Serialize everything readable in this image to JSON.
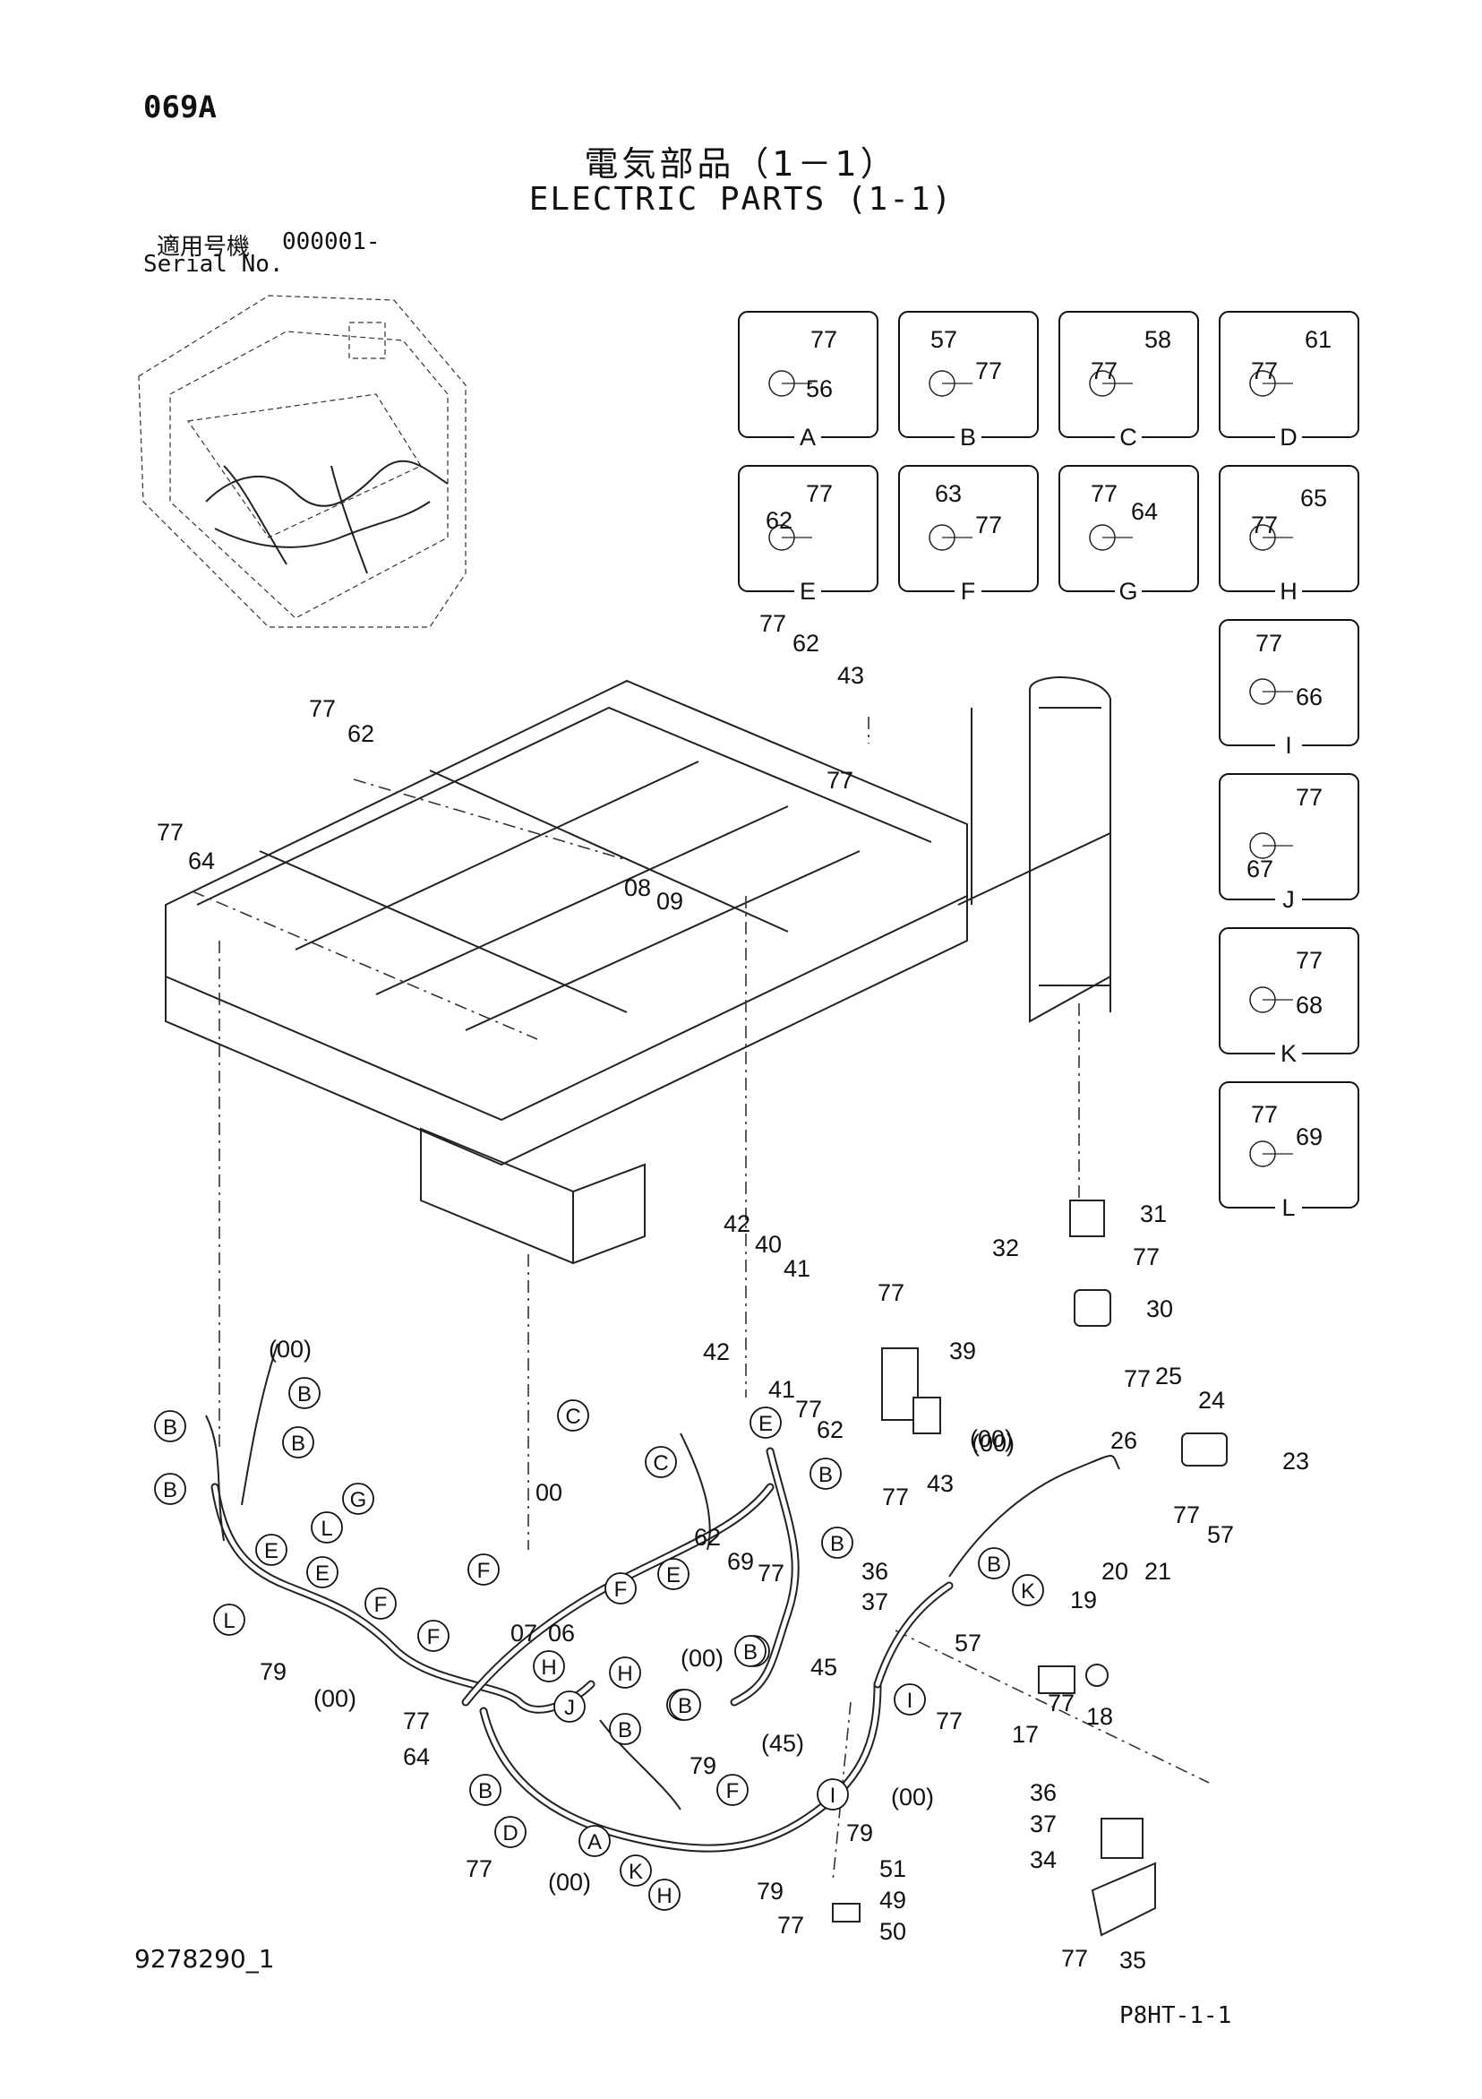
{
  "header": {
    "page_code": "069A",
    "title_ja": "電気部品（1－1）",
    "title_en": "ELECTRIC PARTS (1-1)",
    "serial_ja": "適用号機",
    "serial_value": "000001-",
    "serial_en": "Serial No."
  },
  "footer": {
    "doc_number": "9278290_1",
    "page_ref": "P8HT-1-1"
  },
  "detail_boxes": [
    {
      "letter": "A",
      "labels": [
        "77",
        "56"
      ]
    },
    {
      "letter": "B",
      "labels": [
        "57",
        "77"
      ]
    },
    {
      "letter": "C",
      "labels": [
        "77",
        "58"
      ]
    },
    {
      "letter": "D",
      "labels": [
        "77",
        "61"
      ]
    },
    {
      "letter": "E",
      "labels": [
        "62",
        "77"
      ]
    },
    {
      "letter": "F",
      "labels": [
        "63",
        "77"
      ]
    },
    {
      "letter": "G",
      "labels": [
        "77",
        "64"
      ]
    },
    {
      "letter": "H",
      "labels": [
        "77",
        "65"
      ]
    },
    {
      "letter": "I",
      "labels": [
        "77",
        "66"
      ]
    },
    {
      "letter": "J",
      "labels": [
        "67",
        "77"
      ]
    },
    {
      "letter": "K",
      "labels": [
        "77",
        "68"
      ]
    },
    {
      "letter": "L",
      "labels": [
        "77",
        "69"
      ]
    }
  ],
  "callouts": [
    {
      "t": "77"
    },
    {
      "t": "62"
    },
    {
      "t": "43"
    },
    {
      "t": "77"
    },
    {
      "t": "77"
    },
    {
      "t": "62"
    },
    {
      "t": "77"
    },
    {
      "t": "64"
    },
    {
      "t": "08"
    },
    {
      "t": "09"
    },
    {
      "t": "31"
    },
    {
      "t": "32"
    },
    {
      "t": "77"
    },
    {
      "t": "30"
    },
    {
      "t": "42"
    },
    {
      "t": "40"
    },
    {
      "t": "41"
    },
    {
      "t": "77"
    },
    {
      "t": "39"
    },
    {
      "t": "42"
    },
    {
      "t": "41"
    },
    {
      "t": "77"
    },
    {
      "t": "62"
    },
    {
      "t": "77"
    },
    {
      "t": "43"
    },
    {
      "t": "77"
    },
    {
      "t": "25"
    },
    {
      "t": "24"
    },
    {
      "t": "26"
    },
    {
      "t": "23"
    },
    {
      "t": "77"
    },
    {
      "t": "57"
    },
    {
      "t": "(00)"
    },
    {
      "t": "00"
    },
    {
      "t": "62"
    },
    {
      "t": "69"
    },
    {
      "t": "77"
    },
    {
      "t": "(00)"
    },
    {
      "t": "36"
    },
    {
      "t": "37"
    },
    {
      "t": "20"
    },
    {
      "t": "21"
    },
    {
      "t": "19"
    },
    {
      "t": "57"
    },
    {
      "t": "45"
    },
    {
      "t": "77"
    },
    {
      "t": "77"
    },
    {
      "t": "17"
    },
    {
      "t": "18"
    },
    {
      "t": "79"
    },
    {
      "t": "(00)"
    },
    {
      "t": "07"
    },
    {
      "t": "06"
    },
    {
      "t": "(00)"
    },
    {
      "t": "77"
    },
    {
      "t": "64"
    },
    {
      "t": "79"
    },
    {
      "t": "(45)"
    },
    {
      "t": "(00)"
    },
    {
      "t": "79"
    },
    {
      "t": "79"
    },
    {
      "t": "77"
    },
    {
      "t": "(00)"
    },
    {
      "t": "51"
    },
    {
      "t": "49"
    },
    {
      "t": "50"
    },
    {
      "t": "77"
    },
    {
      "t": "36"
    },
    {
      "t": "37"
    },
    {
      "t": "34"
    },
    {
      "t": "77"
    },
    {
      "t": "35"
    },
    {
      "t": "(00)"
    }
  ],
  "circle_refs": [
    {
      "l": "B"
    },
    {
      "l": "B"
    },
    {
      "l": "B"
    },
    {
      "l": "B"
    },
    {
      "l": "G"
    },
    {
      "l": "L"
    },
    {
      "l": "E"
    },
    {
      "l": "E"
    },
    {
      "l": "F"
    },
    {
      "l": "F"
    },
    {
      "l": "L"
    },
    {
      "l": "C"
    },
    {
      "l": "E"
    },
    {
      "l": "C"
    },
    {
      "l": "B"
    },
    {
      "l": "B"
    },
    {
      "l": "B"
    },
    {
      "l": "B"
    },
    {
      "l": "E"
    },
    {
      "l": "F"
    },
    {
      "l": "F"
    },
    {
      "l": "H"
    },
    {
      "l": "H"
    },
    {
      "l": "J"
    },
    {
      "l": "B"
    },
    {
      "l": "B"
    },
    {
      "l": "B"
    },
    {
      "l": "B"
    },
    {
      "l": "F"
    },
    {
      "l": "D"
    },
    {
      "l": "A"
    },
    {
      "l": "K"
    },
    {
      "l": "H"
    },
    {
      "l": "B"
    },
    {
      "l": "K"
    },
    {
      "l": "I"
    },
    {
      "l": "I"
    }
  ]
}
